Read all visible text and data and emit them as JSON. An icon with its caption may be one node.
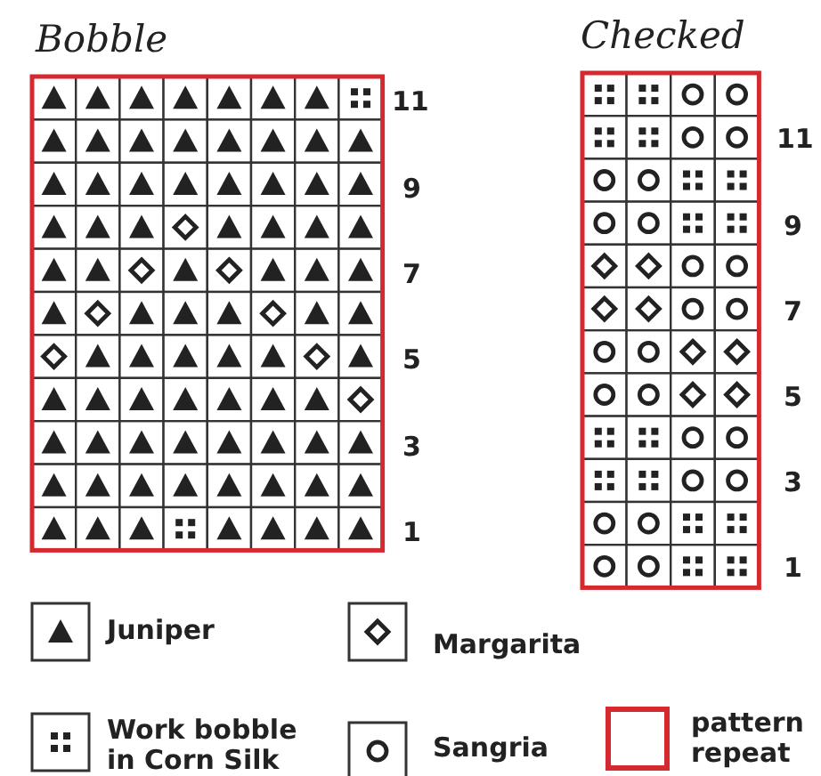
{
  "diagram": {
    "labels": [
      "Bobble",
      "11",
      "9",
      "7",
      "5",
      "3",
      "1",
      "Checked",
      "11",
      "9",
      "7",
      "5",
      "3",
      "1"
    ],
    "legend": [
      {
        "text": "Juniper"
      },
      {
        "text": "Margarita"
      },
      {
        "text": "Work bobble in Corn Silk"
      },
      {
        "text": "Sangria"
      },
      {
        "text": "pattern repeat"
      }
    ]
  }
}
